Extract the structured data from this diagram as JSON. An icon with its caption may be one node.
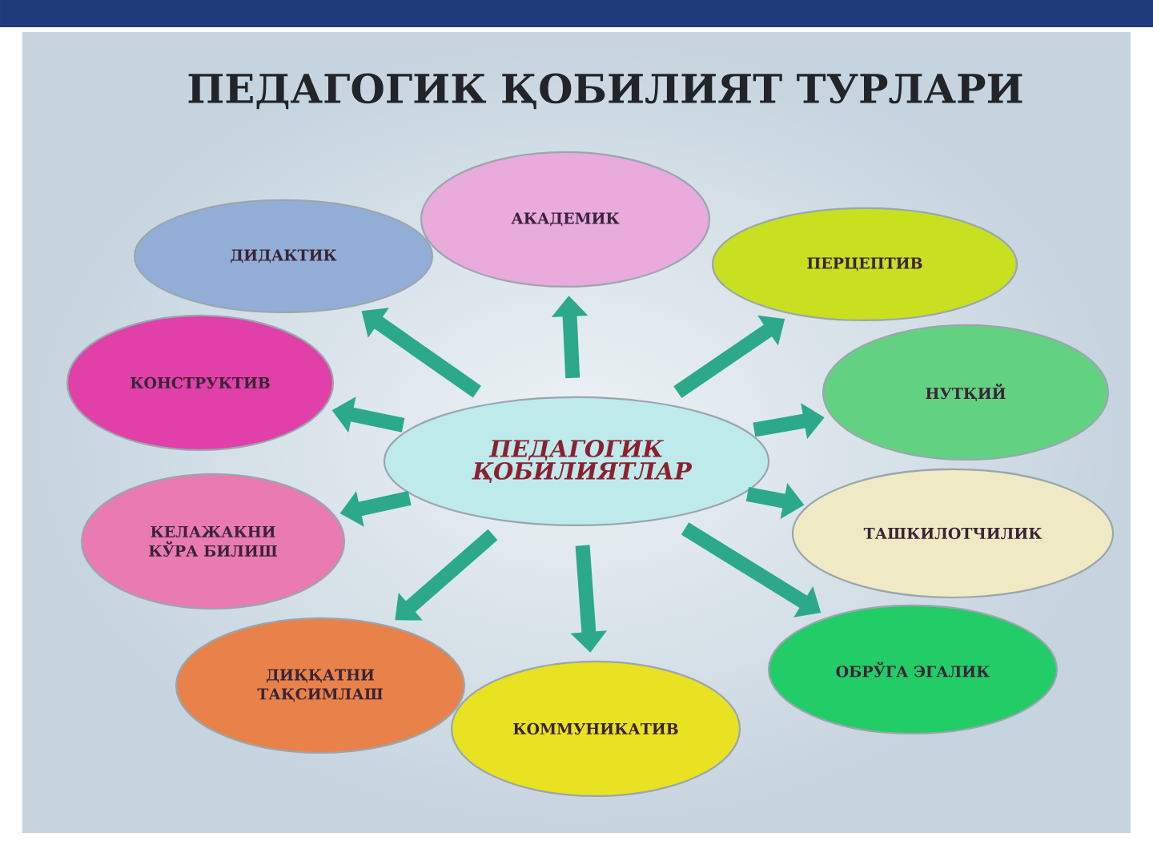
{
  "diagram": {
    "title": "ПЕДАГОГИК ҚОБИЛИЯТ ТУРЛАРИ",
    "nodes": [
      {
        "text": [
          "ДИДАКТИК"
        ]
      },
      {
        "text": [
          "АКАДЕМИК"
        ]
      },
      {
        "text": [
          "ПЕРЦЕПТИВ"
        ]
      },
      {
        "text": [
          "КОНСТРУКТИВ"
        ]
      },
      {
        "text": [
          "ПЕДАГОГИК ҚОБИЛИЯТЛАР"
        ]
      },
      {
        "text": [
          "НУТҚИЙ"
        ]
      },
      {
        "text": [
          "КЕЛАЖАКНИ КЎРА БИЛИШ"
        ]
      },
      {
        "text": [
          "ТАШКИЛОТЧИЛИК"
        ]
      },
      {
        "text": [
          "ДИҚҚАТНИ ТАҚСИМЛАШ"
        ]
      },
      {
        "text": [
          "ОБРЎГА ЭГАЛИК"
        ]
      },
      {
        "text": [
          "КОММУНИКАТИВ"
        ]
      }
    ],
    "edges": [
      {
        "from": 4,
        "to": 1,
        "arrow": "to"
      },
      {
        "from": 4,
        "to": 2,
        "arrow": "to"
      },
      {
        "from": 4,
        "to": 5,
        "arrow": "to"
      },
      {
        "from": 4,
        "to": 7,
        "arrow": "to"
      },
      {
        "from": 4,
        "to": 9,
        "arrow": "to"
      },
      {
        "from": 4,
        "to": 10,
        "arrow": "to"
      },
      {
        "from": 4,
        "to": 8,
        "arrow": "to"
      },
      {
        "from": 4,
        "to": 6,
        "arrow": "to"
      },
      {
        "from": 4,
        "to": 3,
        "arrow": "to"
      },
      {
        "from": 4,
        "to": 0,
        "arrow": "to"
      }
    ]
  }
}
